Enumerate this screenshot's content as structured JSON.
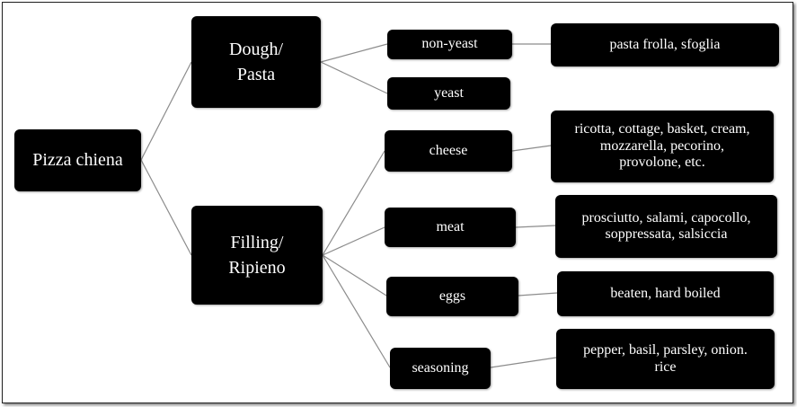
{
  "diagram": {
    "root": {
      "label": "Pizza chiena"
    },
    "branches": {
      "dough": {
        "label": "Dough/\nPasta",
        "nonyeast": {
          "label": "non-yeast",
          "detail": "pasta frolla, sfoglia"
        },
        "yeast": {
          "label": "yeast"
        }
      },
      "filling": {
        "label": "Filling/\nRipieno",
        "cheese": {
          "label": "cheese",
          "detail": "ricotta, cottage, basket, cream,\nmozzarella, pecorino,\nprovolone, etc."
        },
        "meat": {
          "label": "meat",
          "detail": "prosciutto, salami, capocollo,\nsoppressata, salsiccia"
        },
        "eggs": {
          "label": "eggs",
          "detail": "beaten, hard boiled"
        },
        "seasoning": {
          "label": "seasoning",
          "detail": "pepper, basil, parsley, onion.\nrice"
        }
      }
    }
  },
  "style": {
    "node_fill": "#000000",
    "node_text": "#ffffff",
    "connector": "#8c8c8c"
  }
}
